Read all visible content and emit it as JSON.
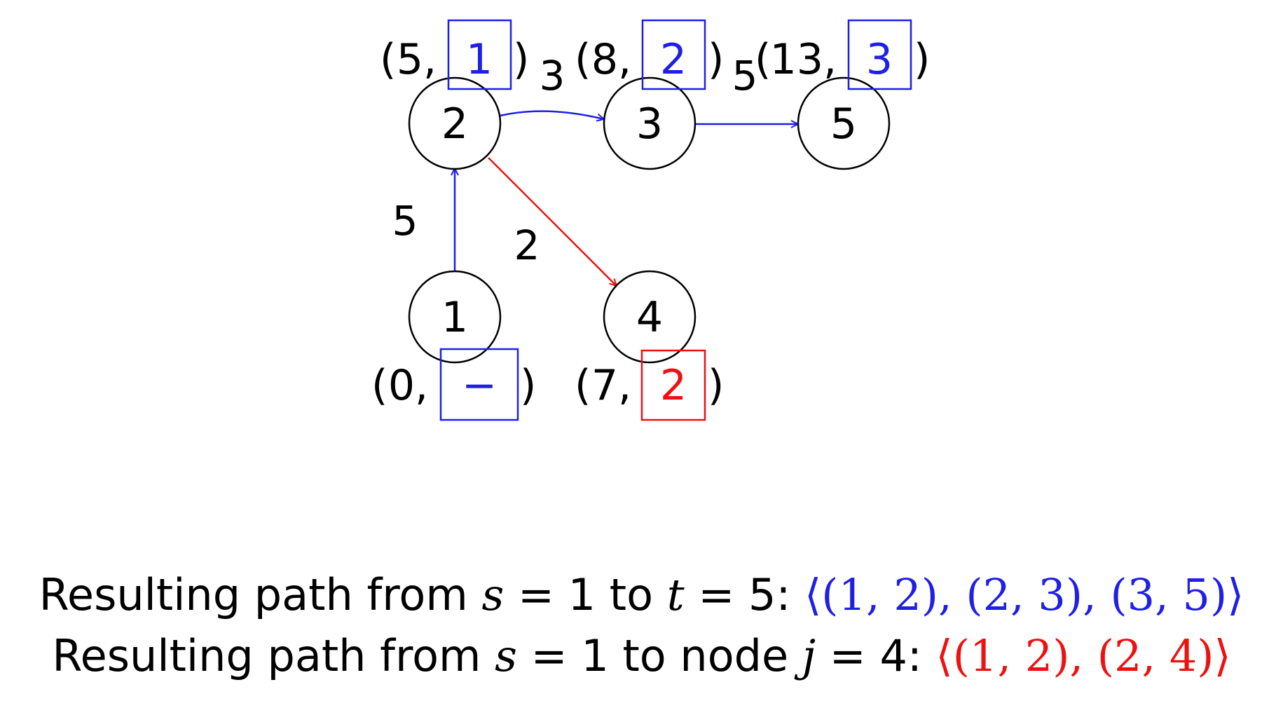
{
  "colors": {
    "blue": "#1f1fe6",
    "red": "#ee1111",
    "black": "#000000"
  },
  "nodes": [
    {
      "id": "1",
      "label": "1",
      "dist": "0",
      "pred": "−",
      "pred_color": "blue"
    },
    {
      "id": "2",
      "label": "2",
      "dist": "5",
      "pred": "1",
      "pred_color": "blue"
    },
    {
      "id": "3",
      "label": "3",
      "dist": "8",
      "pred": "2",
      "pred_color": "blue"
    },
    {
      "id": "4",
      "label": "4",
      "dist": "7",
      "pred": "2",
      "pred_color": "red"
    },
    {
      "id": "5",
      "label": "5",
      "dist": "13",
      "pred": "3",
      "pred_color": "blue"
    }
  ],
  "edges": [
    {
      "from": "1",
      "to": "2",
      "weight": "5",
      "color": "blue"
    },
    {
      "from": "2",
      "to": "3",
      "weight": "3",
      "color": "blue"
    },
    {
      "from": "3",
      "to": "5",
      "weight": "5",
      "color": "blue"
    },
    {
      "from": "2",
      "to": "4",
      "weight": "2",
      "color": "red"
    }
  ],
  "result_t": {
    "prefix": "Resulting path from ",
    "s_var": "s",
    "s_eq": " = 1 to ",
    "t_var": "t",
    "t_eq": " = 5: ",
    "path": "⟨(1, 2), (2, 3), (3, 5)⟩"
  },
  "result_j": {
    "prefix": "Resulting path from ",
    "s_var": "s",
    "s_eq": " = 1 to node ",
    "j_var": "j",
    "j_eq": " = 4: ",
    "path": "⟨(1, 2), (2, 4)⟩"
  }
}
